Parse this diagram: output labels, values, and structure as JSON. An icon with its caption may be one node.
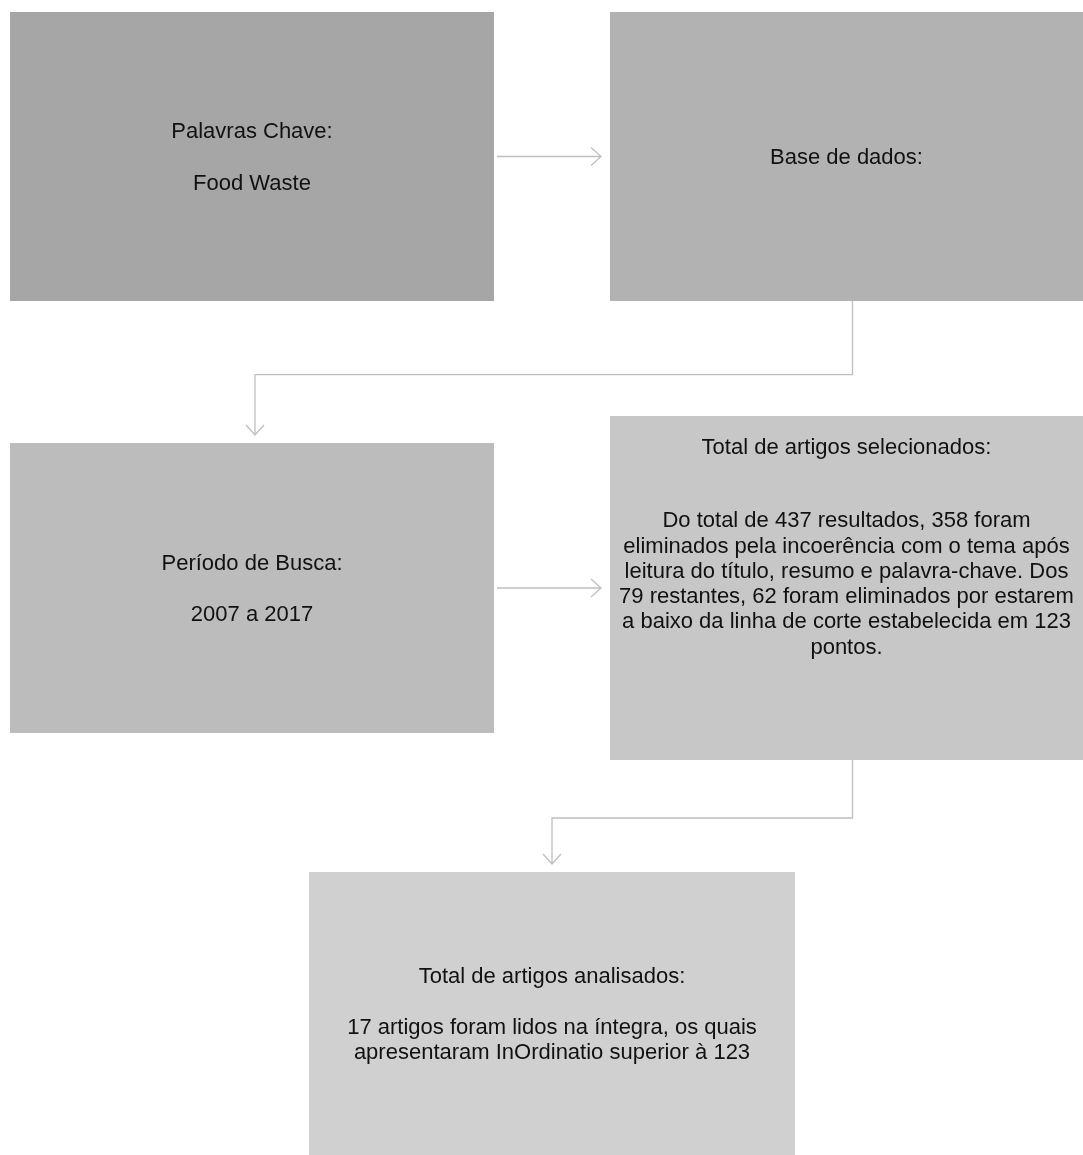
{
  "diagram": {
    "nodes": [
      {
        "text": [
          "Palavras Chave:",
          "Food Waste"
        ]
      },
      {
        "text": [
          "Base de dados:"
        ]
      },
      {
        "text": [
          "Período de Busca:",
          "2007 a 2017"
        ]
      },
      {
        "text": [
          "Total de artigos selecionados:",
          "Do total de 437 resultados, 358 foram eliminados pela incoerência com o tema após leitura do título, resumo e palavra-chave. Dos 79 restantes, 62 foram eliminados por estarem a baixo da linha de corte estabelecida em 123 pontos."
        ]
      },
      {
        "text": [
          "Total de artigos analisados:",
          "17 artigos foram lidos na íntegra, os quais apresentaram InOrdinatio superior à 123"
        ]
      }
    ],
    "edges": [
      {
        "from": 0,
        "to": 1,
        "arrow": "to"
      },
      {
        "from": 1,
        "to": 2,
        "arrow": "to"
      },
      {
        "from": 2,
        "to": 3,
        "arrow": "to"
      },
      {
        "from": 3,
        "to": 4,
        "arrow": "to"
      }
    ]
  }
}
